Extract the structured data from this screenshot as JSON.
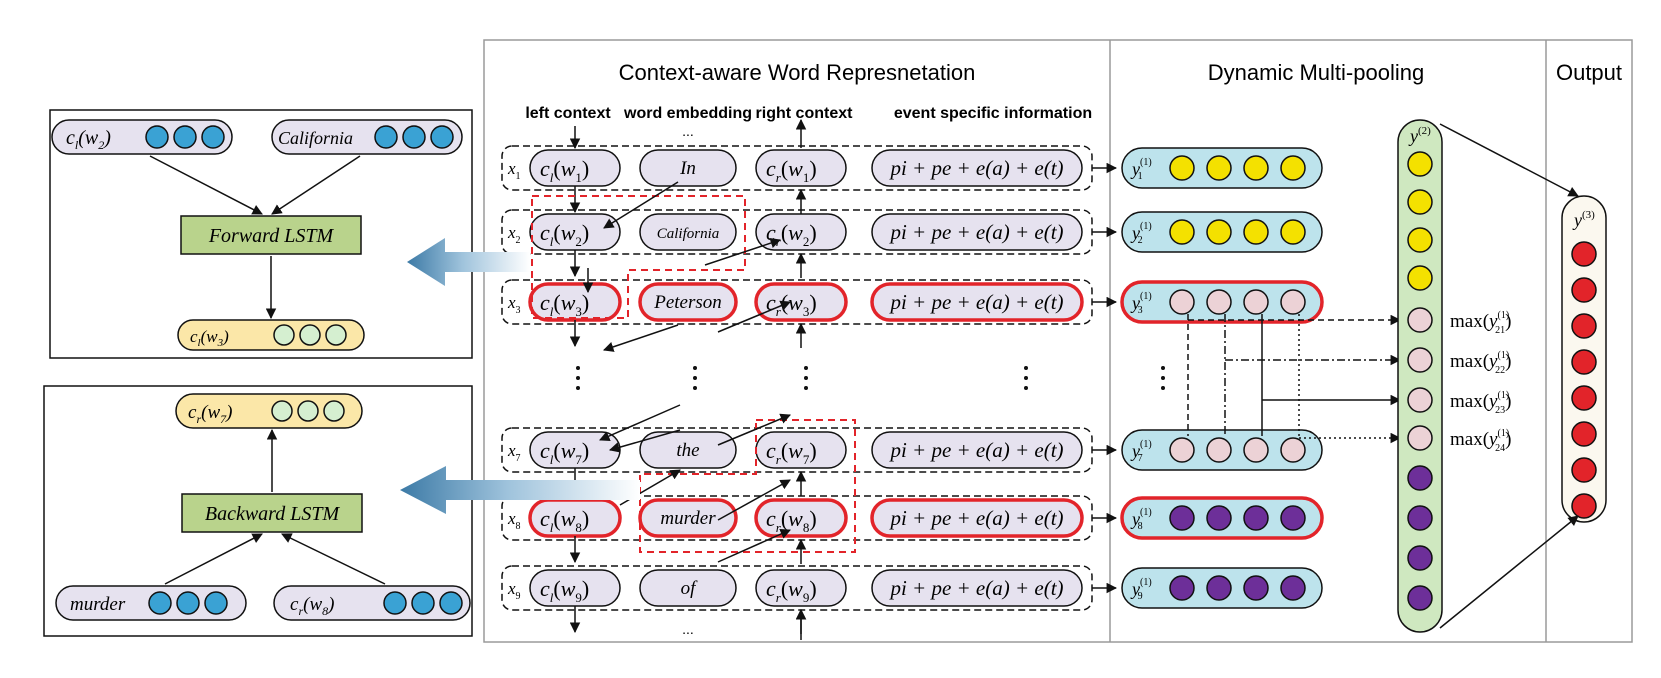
{
  "headers": {
    "section1": "Context-aware Word Represnetation",
    "section2": "Dynamic Multi-pooling",
    "section3": "Output"
  },
  "column_labels": {
    "left_context": "left context",
    "word_embedding": "word embedding",
    "right_context": "right context",
    "event_info": "event specific information"
  },
  "ellipsis_top": "...",
  "ellipsis_bottom": "...",
  "feature_formula": "pi + pe + e(a) + e(t)",
  "rows": [
    {
      "x": "x",
      "xsub": "1",
      "lc": "c",
      "lcsub": "l",
      "lw": "w",
      "lwsub": "1",
      "word": "In",
      "rc": "c",
      "rcsub": "r",
      "rw": "w",
      "rwsub": "1",
      "y": "y",
      "ysub": "1",
      "ysup": "(1)"
    },
    {
      "x": "x",
      "xsub": "2",
      "lc": "c",
      "lcsub": "l",
      "lw": "w",
      "lwsub": "2",
      "word": "California",
      "rc": "c",
      "rcsub": "r",
      "rw": "w",
      "rwsub": "2",
      "y": "y",
      "ysub": "2",
      "ysup": "(1)"
    },
    {
      "x": "x",
      "xsub": "3",
      "lc": "c",
      "lcsub": "l",
      "lw": "w",
      "lwsub": "3",
      "word": "Peterson",
      "rc": "c",
      "rcsub": "r",
      "rw": "w",
      "rwsub": "3",
      "y": "y",
      "ysub": "3",
      "ysup": "(1)"
    },
    {
      "x": "x",
      "xsub": "7",
      "lc": "c",
      "lcsub": "l",
      "lw": "w",
      "lwsub": "7",
      "word": "the",
      "rc": "c",
      "rcsub": "r",
      "rw": "w",
      "rwsub": "7",
      "y": "y",
      "ysub": "7",
      "ysup": "(1)"
    },
    {
      "x": "x",
      "xsub": "8",
      "lc": "c",
      "lcsub": "l",
      "lw": "w",
      "lwsub": "8",
      "word": "murder",
      "rc": "c",
      "rcsub": "r",
      "rw": "w",
      "rwsub": "8",
      "y": "y",
      "ysub": "8",
      "ysup": "(1)"
    },
    {
      "x": "x",
      "xsub": "9",
      "lc": "c",
      "lcsub": "l",
      "lw": "w",
      "lwsub": "9",
      "word": "of",
      "rc": "c",
      "rcsub": "r",
      "rw": "w",
      "rwsub": "9",
      "y": "y",
      "ysub": "9",
      "ysup": "(1)"
    }
  ],
  "forward_box": {
    "input1": {
      "c": "c",
      "csub": "l",
      "w": "w",
      "wsub": "2"
    },
    "input2": "California",
    "lstm_label": "Forward  LSTM",
    "output": {
      "c": "c",
      "csub": "l",
      "w": "w",
      "wsub": "3"
    }
  },
  "backward_box": {
    "output": {
      "c": "c",
      "csub": "r",
      "w": "w",
      "wsub": "7"
    },
    "lstm_label": "Backward  LSTM",
    "input1": "murder",
    "input2": {
      "c": "c",
      "csub": "r",
      "w": "w",
      "wsub": "8"
    }
  },
  "pooling_vector": {
    "y": "y",
    "sup": "(2)"
  },
  "max_labels": [
    {
      "pre": "max(",
      "y": "y",
      "sub": "21",
      "sup": "(1)",
      "post": ")"
    },
    {
      "pre": "max(",
      "y": "y",
      "sub": "22",
      "sup": "(1)",
      "post": ")"
    },
    {
      "pre": "max(",
      "y": "y",
      "sub": "23",
      "sup": "(1)",
      "post": ")"
    },
    {
      "pre": "max(",
      "y": "y",
      "sub": "24",
      "sup": "(1)",
      "post": ")"
    }
  ],
  "output_vector": {
    "y": "y",
    "sup": "(3)"
  },
  "colors": {
    "lavender": "#e6e2ef",
    "light_blue": "#bde3ec",
    "dot_blue": "#3aa2d4",
    "yellow": "#f4e100",
    "pink": "#ecd2d6",
    "purple": "#6d2f99",
    "red": "#e2242a",
    "green": "#cfe8c0",
    "lstm_green": "#b9d38c",
    "light_yellow": "#fbe7a8",
    "light_green_dot": "#d5efd0",
    "cream": "#fbf8ef"
  }
}
